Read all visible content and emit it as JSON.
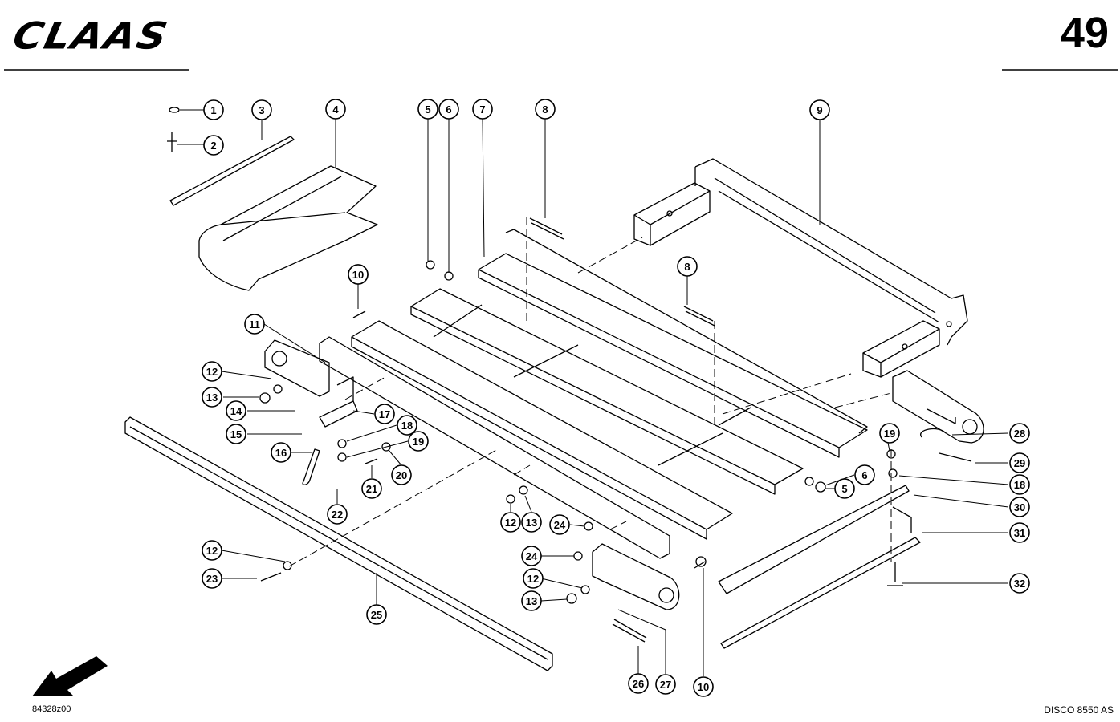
{
  "header": {
    "brand": "CLAAS",
    "page_number": "49"
  },
  "footer": {
    "drawing_ref": "84328z00",
    "model": "DISCO 8550 AS"
  },
  "callouts": [
    "1",
    "2",
    "3",
    "4",
    "5",
    "6",
    "7",
    "8",
    "8",
    "9",
    "10",
    "10",
    "10",
    "11",
    "12",
    "12",
    "12",
    "12",
    "13",
    "13",
    "13",
    "14",
    "15",
    "16",
    "17",
    "18",
    "18",
    "19",
    "19",
    "20",
    "21",
    "22",
    "23",
    "24",
    "24",
    "25",
    "26",
    "27",
    "28",
    "29",
    "30",
    "31",
    "32",
    "5",
    "6"
  ]
}
